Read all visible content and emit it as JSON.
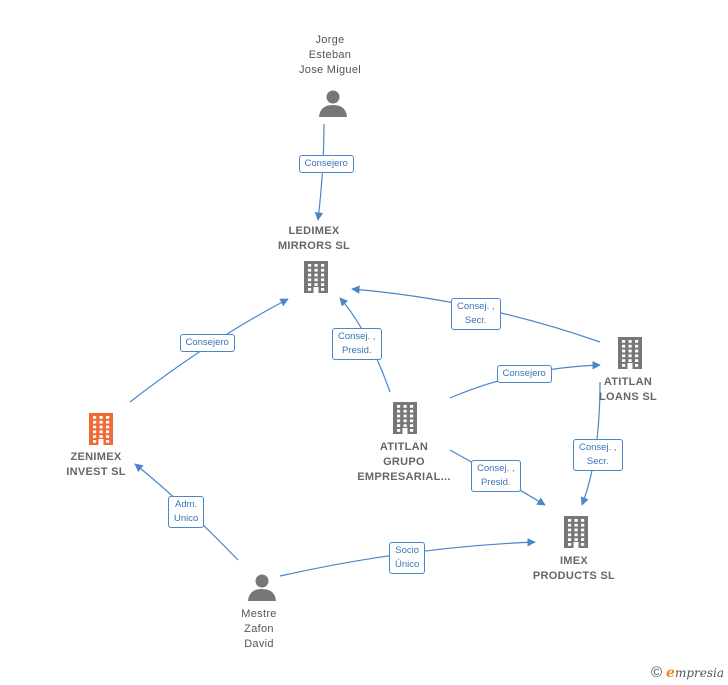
{
  "colors": {
    "edge": "#4a86c8",
    "node_gray": "#777777",
    "node_focus": "#f06a35"
  },
  "nodes": {
    "jorge": {
      "type": "person",
      "lines": [
        "Jorge",
        "Esteban",
        "Jose Miguel"
      ]
    },
    "ledimex": {
      "type": "company",
      "lines": [
        "LEDIMEX",
        "MIRRORS  SL"
      ]
    },
    "zenimex": {
      "type": "company-focus",
      "lines": [
        "ZENIMEX",
        "INVEST  SL"
      ]
    },
    "atitlan_grupo": {
      "type": "company",
      "lines": [
        "ATITLAN",
        "GRUPO",
        "EMPRESARIAL..."
      ]
    },
    "atitlan_loans": {
      "type": "company",
      "lines": [
        "ATITLAN",
        "LOANS  SL"
      ]
    },
    "imex": {
      "type": "company",
      "lines": [
        "IMEX",
        "PRODUCTS SL"
      ]
    },
    "mestre": {
      "type": "person",
      "lines": [
        "Mestre",
        "Zafon",
        "David"
      ]
    }
  },
  "edges": [
    {
      "from": "jorge",
      "to": "ledimex",
      "lines": [
        "Consejero"
      ]
    },
    {
      "from": "zenimex",
      "to": "ledimex",
      "lines": [
        "Consejero"
      ]
    },
    {
      "from": "atitlan_grupo",
      "to": "ledimex",
      "lines": [
        "Consej. ,",
        "Presid."
      ]
    },
    {
      "from": "atitlan_loans",
      "to": "ledimex",
      "lines": [
        "Consej. ,",
        "Secr."
      ]
    },
    {
      "from": "atitlan_grupo",
      "to": "atitlan_loans",
      "lines": [
        "Consejero"
      ]
    },
    {
      "from": "atitlan_grupo",
      "to": "imex",
      "lines": [
        "Consej. ,",
        "Presid."
      ]
    },
    {
      "from": "atitlan_loans",
      "to": "imex",
      "lines": [
        "Consej. ,",
        "Secr."
      ]
    },
    {
      "from": "mestre",
      "to": "zenimex",
      "lines": [
        "Adm.",
        "Unico"
      ]
    },
    {
      "from": "mestre",
      "to": "imex",
      "lines": [
        "Socio",
        "Único"
      ]
    }
  ],
  "footer": {
    "copyright_symbol": "©",
    "brand_initial": "e",
    "brand_rest": "mpresia"
  }
}
